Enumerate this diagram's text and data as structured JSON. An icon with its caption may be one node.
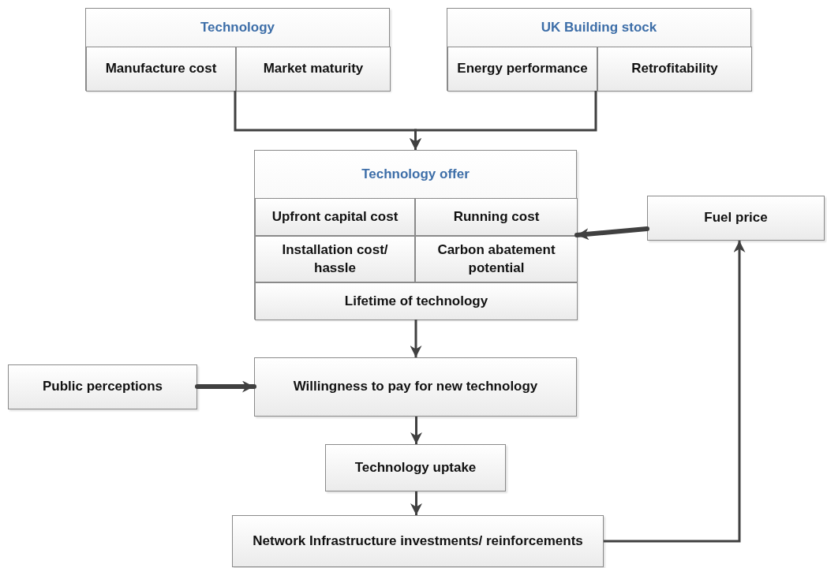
{
  "diagram": {
    "nodes": [
      {
        "text": [
          "Technology"
        ]
      },
      {
        "text": [
          "Manufacture cost"
        ],
        "in": 0
      },
      {
        "text": [
          "Market maturity"
        ],
        "in": 0
      },
      {
        "text": [
          "UK Building stock"
        ]
      },
      {
        "text": [
          "Energy performance"
        ],
        "in": 3
      },
      {
        "text": [
          "Retrofitability"
        ],
        "in": 3
      },
      {
        "text": [
          "Technology offer"
        ]
      },
      {
        "text": [
          "Upfront capital cost"
        ],
        "in": 6
      },
      {
        "text": [
          "Running cost"
        ],
        "in": 6
      },
      {
        "text": [
          "Installation cost/ hassle"
        ],
        "in": 6
      },
      {
        "text": [
          "Carbon abatement potential"
        ],
        "in": 6
      },
      {
        "text": [
          "Lifetime of technology"
        ],
        "in": 6
      },
      {
        "text": [
          "Fuel price"
        ]
      },
      {
        "text": [
          "Public perceptions"
        ]
      },
      {
        "text": [
          "Willingness to pay for new technology"
        ]
      },
      {
        "text": [
          "Technology uptake"
        ]
      },
      {
        "text": [
          "Network Infrastructure investments/ reinforcements"
        ]
      }
    ],
    "edges": [
      {
        "from": 0,
        "to": 6,
        "arrow": "to"
      },
      {
        "from": 3,
        "to": 6,
        "arrow": "to"
      },
      {
        "from": 12,
        "to": 6,
        "arrow": "to",
        "style": "thick"
      },
      {
        "from": 6,
        "to": 14,
        "arrow": "to"
      },
      {
        "from": 13,
        "to": 14,
        "arrow": "to",
        "style": "thick"
      },
      {
        "from": 14,
        "to": 15,
        "arrow": "to"
      },
      {
        "from": 15,
        "to": 16,
        "arrow": "to"
      },
      {
        "from": 16,
        "to": 12,
        "arrow": "to"
      }
    ]
  }
}
